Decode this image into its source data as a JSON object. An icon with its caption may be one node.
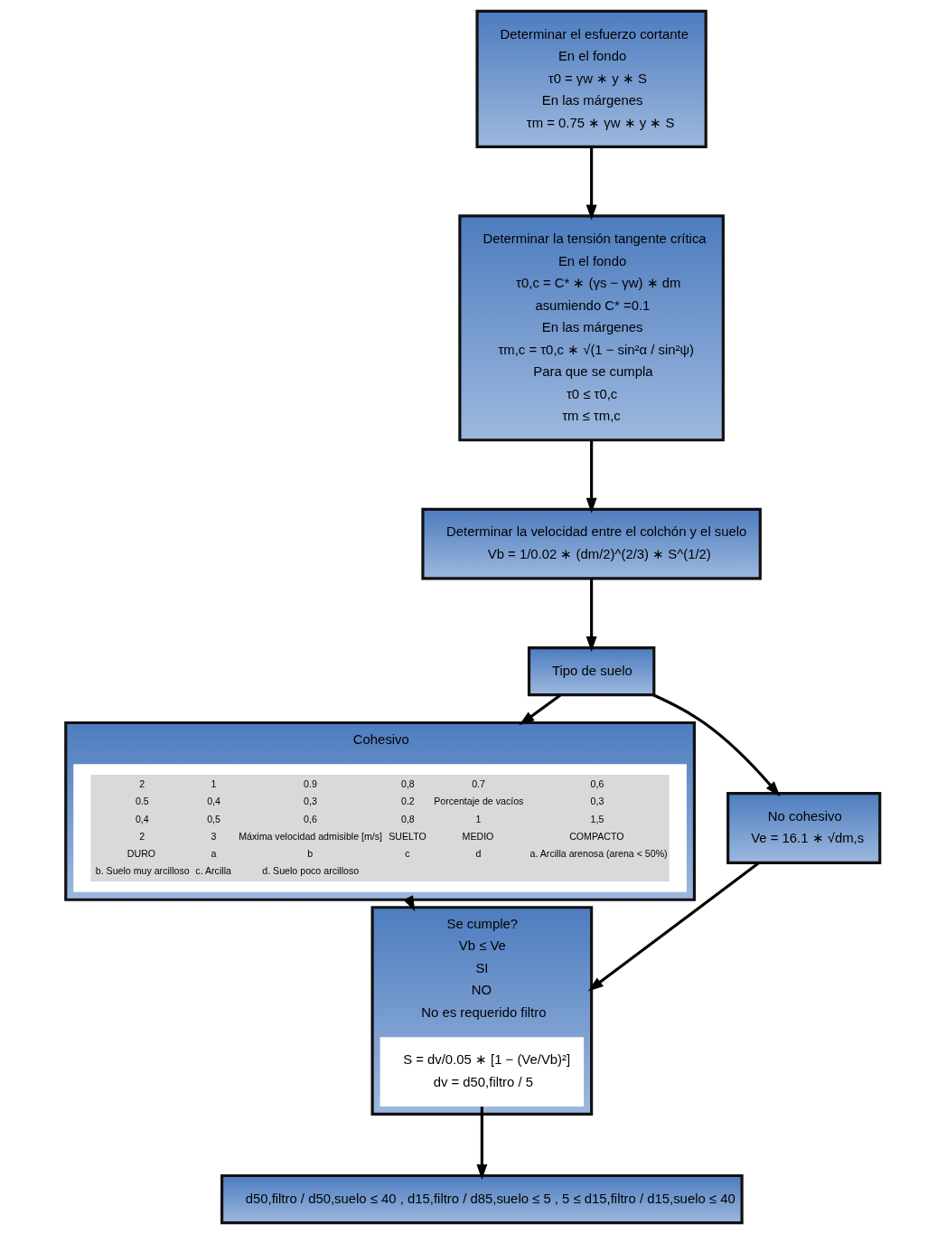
{
  "diagram": {
    "nodes": [
      {
        "text": [
          "Determinar el esfuerzo cortante",
          "En el fondo",
          "τ0 = γw ∗ y ∗ S",
          "En las márgenes",
          "τm = 0.75 ∗ γw ∗ y ∗ S"
        ]
      },
      {
        "text": [
          "Determinar la tensión tangente crítica",
          "En el fondo",
          "τ0,c = C* ∗ (γs − γw) ∗ dm",
          "asumiendo C* =0.1",
          "En las márgenes",
          "τm,c = τ0,c ∗ √(1 − sin²α / sin²ψ)",
          "Para que se cumpla",
          "τ0 ≤ τ0,c",
          "τm ≤ τm,c"
        ]
      },
      {
        "text": [
          "Determinar la velocidad entre el colchón y el suelo",
          "Vb = 1/0.02 ∗ (dm/2)^(2/3) ∗ S^(1/2)"
        ]
      },
      {
        "text": [
          "Tipo de suelo"
        ]
      },
      {
        "text": [
          "Cohesivo"
        ]
      },
      {
        "text": [
          "2",
          "1",
          "0.9",
          "0,8",
          "0.7",
          "0,6",
          "0.5",
          "0,4",
          "0,3",
          "0.2",
          "Porcentaje de vacíos",
          "0,3",
          "0,4",
          "0,5",
          "0,6",
          "0,8",
          "1",
          "1,5",
          "2",
          "3",
          "Máxima velocidad admisible [m/s]",
          "SUELTO",
          "MEDIO",
          "COMPACTO",
          "DURO",
          "a",
          "b",
          "c",
          "d",
          "a. Arcilla arenosa (arena < 50%)",
          "b. Suelo muy arcilloso",
          "c. Arcilla",
          "d. Suelo poco arcilloso"
        ],
        "in": 4
      },
      {
        "text": [
          "No cohesivo",
          "Ve = 16.1 ∗ √dm,s"
        ]
      },
      {
        "text": [
          "Se cumple?",
          "Vb ≤ Ve",
          "SI",
          "NO",
          "No es requerido filtro"
        ]
      },
      {
        "text": [
          "S = dv/0.05 ∗ [1 − (Ve/Vb)²]",
          "dv = d50,filtro / 5"
        ],
        "in": 7
      },
      {
        "text": [
          "d50,filtro / d50,suelo ≤ 40 , d15,filtro / d85,suelo ≤ 5 , 5 ≤ d15,filtro / d15,suelo ≤ 40"
        ]
      }
    ],
    "edges": [
      {
        "from": 0,
        "to": 1,
        "arrow": "to"
      },
      {
        "from": 1,
        "to": 2,
        "arrow": "to"
      },
      {
        "from": 2,
        "to": 3,
        "arrow": "to"
      },
      {
        "from": 3,
        "to": 4,
        "arrow": "to"
      },
      {
        "from": 3,
        "to": 6,
        "arrow": "to"
      },
      {
        "from": 4,
        "to": 7,
        "arrow": "to"
      },
      {
        "from": 6,
        "to": 7,
        "arrow": "to"
      },
      {
        "from": 8,
        "to": 9,
        "arrow": "to"
      }
    ]
  }
}
